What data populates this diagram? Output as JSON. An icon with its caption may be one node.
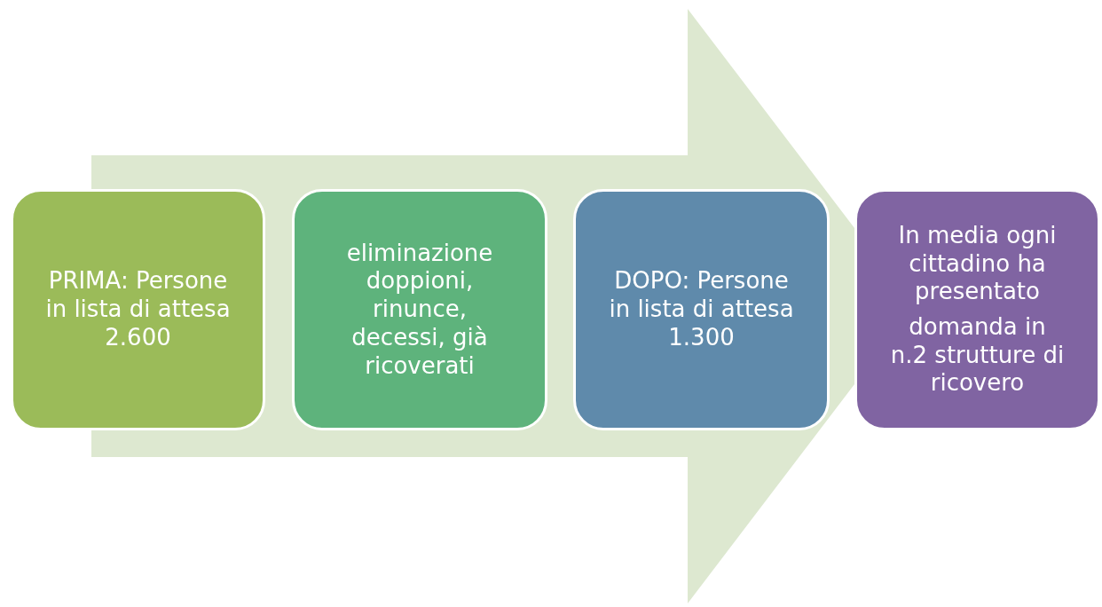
{
  "diagram": {
    "nodes": [
      {
        "text": [
          "PRIMA: Persone in lista di attesa 2.600"
        ]
      },
      {
        "text": [
          "eliminazione doppioni, rinunce, decessi, già ricoverati"
        ]
      },
      {
        "text": [
          "DOPO: Persone in lista di attesa 1.300"
        ]
      },
      {
        "text": [
          "In media ogni cittadino ha presentato",
          "domanda  in n.2 strutture di ricovero"
        ]
      }
    ],
    "edges": [
      {
        "from": 0,
        "to": 3,
        "arrow": "to",
        "style": "thick"
      }
    ]
  }
}
